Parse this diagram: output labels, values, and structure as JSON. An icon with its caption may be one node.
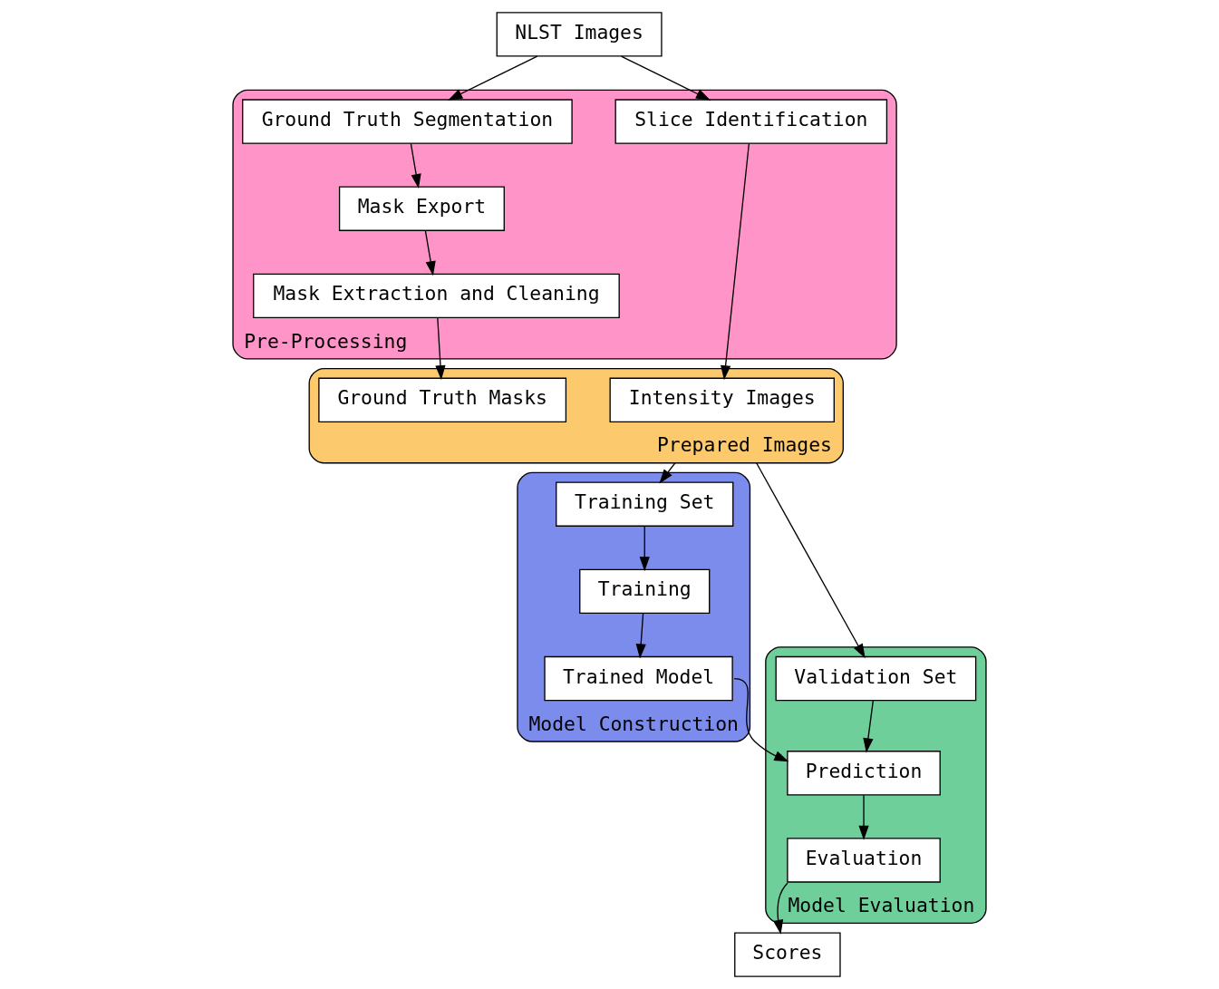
{
  "diagram": {
    "nodes": [
      {
        "text": [
          "Pre-Processing"
        ]
      },
      {
        "text": [
          "NLST Images"
        ]
      },
      {
        "text": [
          "Ground Truth Segmentation"
        ],
        "in": 0
      },
      {
        "text": [
          "Mask Export"
        ],
        "in": 0
      },
      {
        "text": [
          "Slice Identification"
        ],
        "in": 0
      },
      {
        "text": [
          "Mask Extraction and Cleaning"
        ],
        "in": 0
      },
      {
        "text": [
          "Prepared Images"
        ]
      },
      {
        "text": [
          "Intensity Images"
        ],
        "in": 6
      },
      {
        "text": [
          "Ground Truth Masks"
        ],
        "in": 6
      },
      {
        "text": [
          "Model Evaluation"
        ]
      },
      {
        "text": [
          "Validation Set"
        ],
        "in": 9
      },
      {
        "text": [
          "Prediction"
        ],
        "in": 9
      },
      {
        "text": [
          "Evaluation"
        ],
        "in": 9
      },
      {
        "text": [
          "Model Construction"
        ]
      },
      {
        "text": [
          "Training Set"
        ],
        "in": 13
      },
      {
        "text": [
          "Training"
        ],
        "in": 13
      },
      {
        "text": [
          "Trained Model"
        ],
        "in": 13
      },
      {
        "text": [
          "Scores"
        ]
      }
    ],
    "edges": [
      {
        "from": 1,
        "to": 2,
        "arrow": "to"
      },
      {
        "from": 2,
        "to": 3,
        "arrow": "to"
      },
      {
        "from": 1,
        "to": 4,
        "arrow": "to"
      },
      {
        "from": 3,
        "to": 5,
        "arrow": "to"
      },
      {
        "from": 4,
        "to": 7,
        "arrow": "to"
      },
      {
        "from": 5,
        "to": 8,
        "arrow": "to"
      },
      {
        "from": 6,
        "to": 10,
        "arrow": "to"
      },
      {
        "from": 6,
        "to": 14,
        "arrow": "to"
      },
      {
        "from": 14,
        "to": 15,
        "arrow": "to"
      },
      {
        "from": 15,
        "to": 16,
        "arrow": "to"
      },
      {
        "from": 16,
        "to": 11,
        "arrow": "to"
      },
      {
        "from": 10,
        "to": 11,
        "arrow": "to"
      },
      {
        "from": 11,
        "to": 12,
        "arrow": "to"
      },
      {
        "from": 12,
        "to": 17,
        "arrow": "to"
      }
    ]
  }
}
